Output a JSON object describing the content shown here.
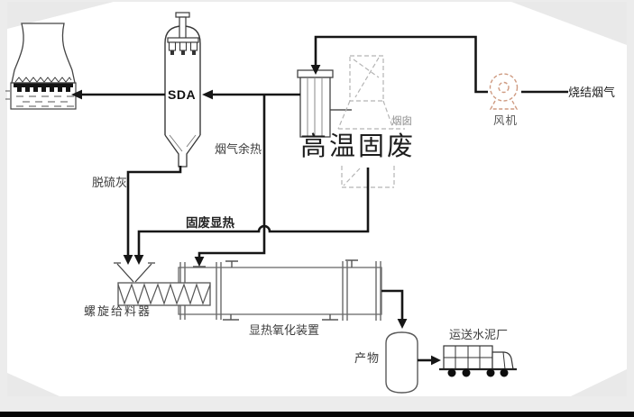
{
  "diagram": {
    "equipment": {
      "sda_label": "SDA",
      "chimney_label": "烟囱",
      "fan_label": "风机",
      "screw_feeder_label": "螺旋给料器",
      "oxidation_unit_label": "显热氧化装置",
      "product_label": "产物"
    },
    "streams": {
      "sinter_flue_gas": "烧结烟气",
      "high_temp_solid_waste": "高温固废",
      "flue_gas_waste_heat": "烟气余热",
      "desulfurization_ash": "脱硫灰",
      "solid_waste_sensible_heat": "固废显热",
      "to_cement_plant": "运送水泥厂"
    },
    "colors": {
      "flow_line": "#161616",
      "equipment_outline": "#3c3c3c",
      "kiln_outline": "#6a6a6a",
      "phantom_dash": "#b5b5b5",
      "fan_dash": "#cf9b82",
      "label_text": "#3d3d3d",
      "footer_bar": "#070707",
      "page_background": "#ffffff",
      "margin_background": "#ececec"
    }
  }
}
